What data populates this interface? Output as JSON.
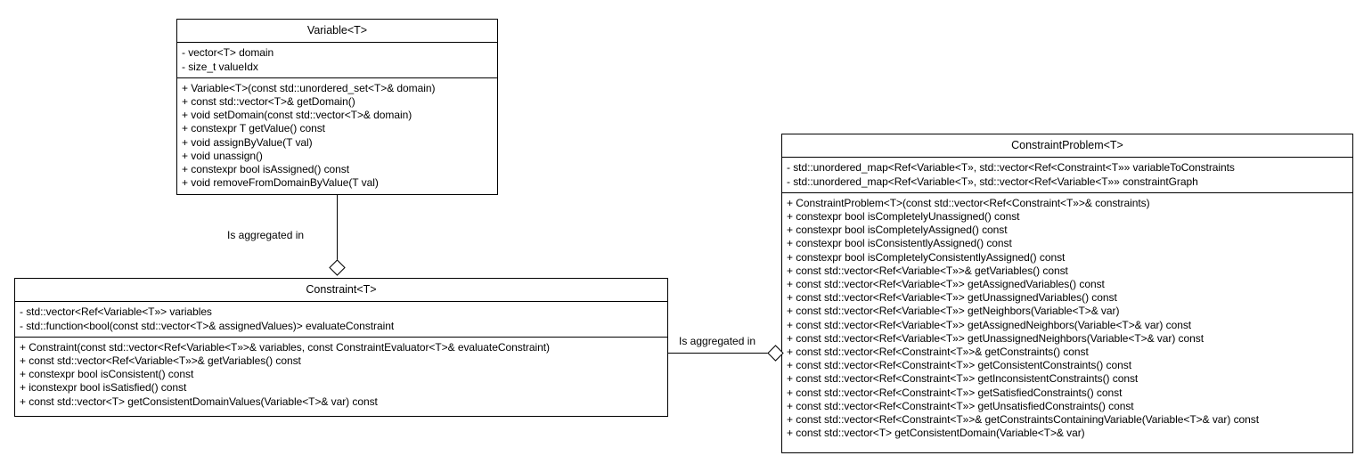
{
  "diagram": {
    "type": "uml-class-diagram",
    "classes": [
      {
        "id": "variable",
        "name": "Variable<T>",
        "attributes": [
          "- vector<T> domain",
          "- size_t valueIdx"
        ],
        "operations": [
          "+ Variable<T>(const std::unordered_set<T>& domain)",
          "+ const std::vector<T>& getDomain()",
          "+ void setDomain(const std::vector<T>& domain)",
          "+ constexpr T getValue() const",
          "+ void assignByValue(T val)",
          "+ void unassign()",
          "+ constexpr bool isAssigned() const",
          "+ void removeFromDomainByValue(T val)"
        ]
      },
      {
        "id": "constraint",
        "name": "Constraint<T>",
        "attributes": [
          "- std::vector<Ref<Variable<T»> variables",
          "- std::function<bool(const std::vector<T>& assignedValues)> evaluateConstraint"
        ],
        "operations": [
          "+ Constraint(const std::vector<Ref<Variable<T»>& variables, const ConstraintEvaluator<T>& evaluateConstraint)",
          "+ const std::vector<Ref<Variable<T»>& getVariables() const",
          "+ constexpr bool isConsistent() const",
          "+ iconstexpr bool isSatisfied() const",
          "+ const std::vector<T> getConsistentDomainValues(Variable<T>& var) const"
        ]
      },
      {
        "id": "constraintproblem",
        "name": "ConstraintProblem<T>",
        "attributes": [
          "- std::unordered_map<Ref<Variable<T», std::vector<Ref<Constraint<T»» variableToConstraints",
          "- std::unordered_map<Ref<Variable<T», std::vector<Ref<Variable<T»» constraintGraph"
        ],
        "operations": [
          "+ ConstraintProblem<T>(const std::vector<Ref<Constraint<T»>& constraints)",
          "+ constexpr bool isCompletelyUnassigned() const",
          "+ constexpr bool isCompletelyAssigned() const",
          "+ constexpr bool isConsistentlyAssigned() const",
          "+ constexpr bool isCompletelyConsistentlyAssigned() const",
          "+ const std::vector<Ref<Variable<T»>& getVariables() const",
          "+ const std::vector<Ref<Variable<T»> getAssignedVariables() const",
          "+ const std::vector<Ref<Variable<T»> getUnassignedVariables() const",
          "+ const std::vector<Ref<Variable<T»> getNeighbors(Variable<T>& var)",
          "+ const std::vector<Ref<Variable<T»> getAssignedNeighbors(Variable<T>& var) const",
          "+ const std::vector<Ref<Variable<T»> getUnassignedNeighbors(Variable<T>& var) const",
          "+ const std::vector<Ref<Constraint<T»>& getConstraints() const",
          "+ const std::vector<Ref<Constraint<T»> getConsistentConstraints() const",
          "+ const std::vector<Ref<Constraint<T»> getInconsistentConstraints() const",
          "+ const std::vector<Ref<Constraint<T»> getSatisfiedConstraints() const",
          "+ const std::vector<Ref<Constraint<T»> getUnsatisfiedConstraints() const",
          "+ const std::vector<Ref<Constraint<T»>& getConstraintsContainingVariable(Variable<T>& var) const",
          "+ const std::vector<T> getConsistentDomain(Variable<T>& var)"
        ]
      }
    ],
    "associations": [
      {
        "id": "variable-to-constraint",
        "label": "Is aggregated in",
        "from": "Variable<T>",
        "to": "Constraint<T>",
        "kind": "aggregation"
      },
      {
        "id": "constraint-to-constraintproblem",
        "label": "Is aggregated in",
        "from": "Constraint<T>",
        "to": "ConstraintProblem<T>",
        "kind": "aggregation"
      }
    ],
    "colors": {
      "line": "#000000",
      "background": "#ffffff",
      "text": "#000000"
    }
  }
}
